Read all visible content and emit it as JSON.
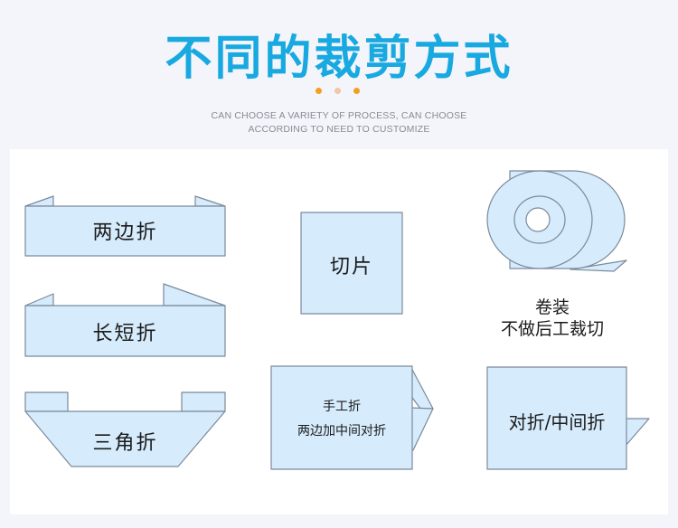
{
  "title": "不同的裁剪方式",
  "subtitle_lines": [
    "CAN CHOOSE A VARIETY OF PROCESS, CAN CHOOSE",
    "ACCORDING TO NEED TO CUSTOMIZE"
  ],
  "dot_colors": [
    "#f3a020",
    "#f2c6a6",
    "#f3a020"
  ],
  "colors": {
    "title": "#18a9e0",
    "fill": "#d6ebfb",
    "stroke": "#7a8a9c"
  },
  "items": {
    "two_side_fold": "两边折",
    "long_short_fold": "长短折",
    "triangle_fold": "三角折",
    "sheet": "切片",
    "roll_line1": "卷装",
    "roll_line2": "不做后工裁切",
    "manual_fold_line1": "手工折",
    "manual_fold_line2": "两边加中间对折",
    "half_fold": "对折/中间折"
  }
}
